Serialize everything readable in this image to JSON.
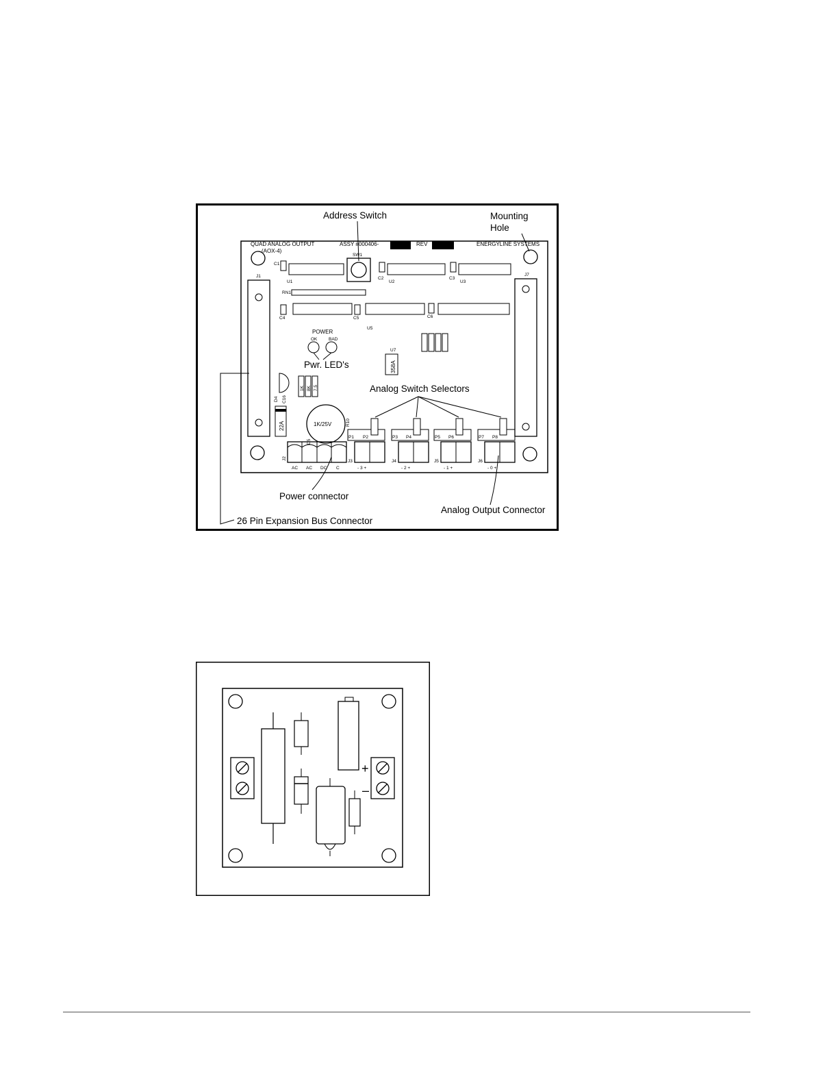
{
  "figure1": {
    "callouts": {
      "address_switch": "Address Switch",
      "mounting_hole": [
        "Mounting",
        "Hole"
      ],
      "pwr_leds": "Pwr. LED's",
      "analog_switch_selectors": "Analog Switch Selectors",
      "power_connector": "Power connector",
      "analog_output_connector": "Analog Output Connector",
      "expansion_bus_connector": "26 Pin Expansion Bus Connector"
    },
    "board_markings": {
      "title": "QUAD ANALOG OUTPUT",
      "model": "(AOX-4)",
      "assy": "ASSY #000406-",
      "rev": "REV",
      "maker": "ENERGYLINE SYSTEMS",
      "sw1": "SW1",
      "rn1": "RN1",
      "power": "POWER",
      "ok": "OK",
      "bad": "BAD",
      "u7": "U7",
      "chip_358a": "358A",
      "cap_1k": "1K/25V",
      "fuse": "22A",
      "c16": "C16",
      "d4": "D4",
      "d5": "D5",
      "r10": "R10",
      "caps": [
        "C1",
        "C2",
        "C3",
        "C4",
        "C5",
        "C6"
      ],
      "chips": [
        "U1",
        "U2",
        "U3",
        "U5"
      ],
      "jumpers_top": [
        "J1",
        "J7"
      ],
      "connectors": [
        "J2",
        "J3",
        "J4",
        "J5",
        "J6"
      ],
      "pots": [
        "P1",
        "P2",
        "P3",
        "P4",
        "P5",
        "P6",
        "P7",
        "P8"
      ],
      "power_pins": [
        "AC",
        "AC",
        "DC",
        "C"
      ],
      "output_pins": [
        "- 3 +",
        "- 2 +",
        "- 1 +",
        "- 0 +"
      ],
      "resistor_labels": [
        "1K",
        "8K",
        "7.5"
      ]
    }
  },
  "figure2": {
    "terminal_labels": {
      "plus": "+",
      "minus": "–"
    }
  }
}
